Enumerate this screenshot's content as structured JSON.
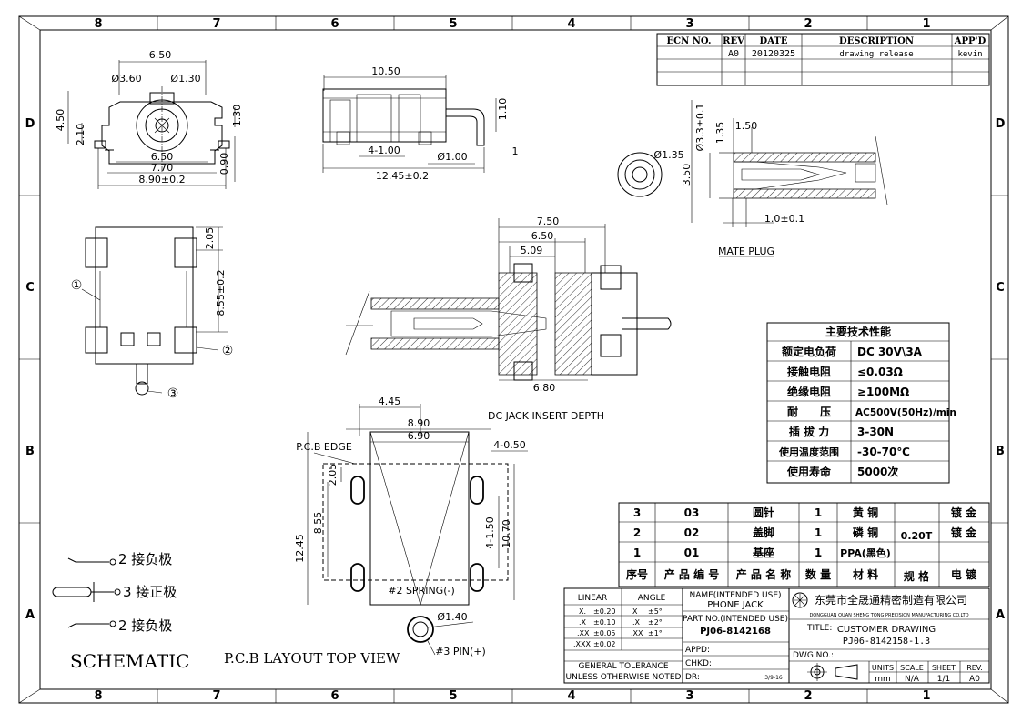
{
  "border": {
    "cols": [
      "8",
      "7",
      "6",
      "5",
      "4",
      "3",
      "2",
      "1"
    ],
    "rows": [
      "D",
      "C",
      "B",
      "A"
    ]
  },
  "revision": {
    "headers": [
      "ECN NO.",
      "REV",
      "DATE",
      "DESCRIPTION",
      "APP'D"
    ],
    "row": {
      "ecn": "",
      "rev": "A0",
      "date": "20120325",
      "desc": "drawing release",
      "appd": "kevin"
    }
  },
  "views": {
    "top_left": {
      "d1": "6.50",
      "d2": "Ø3.60",
      "d3": "Ø1.30",
      "d4": "4.50",
      "d5": "2.10",
      "d6": "1.30",
      "d7": "6.50",
      "d8": "7.70",
      "d9": "0.90",
      "d10": "8.90±0.2"
    },
    "side_top": {
      "d1": "10.50",
      "d2": "1.10",
      "d3": "4-1.00",
      "d4": "Ø1.00",
      "d5": "12.45±0.2",
      "d6": "1"
    },
    "plug": {
      "d1": "Ø3.3±0.1",
      "d2": "1.35",
      "d3": "1.50",
      "d4": "Ø1.35",
      "d5": "3.50",
      "d6": "1.0±0.1",
      "label": "MATE PLUG"
    },
    "bottom_left": {
      "d1": "2.05",
      "d2": "8.55±0.2",
      "c1": "①",
      "c2": "②",
      "c3": "③"
    },
    "insert": {
      "d1": "7.50",
      "d2": "6.50",
      "d3": "5.09",
      "d4": "6.80",
      "label": "DC JACK INSERT DEPTH"
    },
    "pcb": {
      "d1": "4.45",
      "d2": "8.90",
      "d3": "6.90",
      "d4": "4-0.50",
      "d5": "2.05",
      "d6": "8.55",
      "d7": "12.45",
      "d8": "4-1.50",
      "d9": "10.70",
      "d10": "Ø1.40",
      "edge": "P.C.B EDGE",
      "spring": "#2 SPRING(-)",
      "pin": "#3 PIN(+)"
    }
  },
  "specs": {
    "title": "主要技术性能",
    "rows": [
      [
        "额定电负荷",
        "DC 30V\\3A"
      ],
      [
        "接触电阻",
        "≤0.03Ω"
      ],
      [
        "绝缘电阻",
        "≥100MΩ"
      ],
      [
        "耐　　压",
        "AC500V(50Hz)/min"
      ],
      [
        "插 拔 力",
        "3-30N"
      ],
      [
        "使用温度范围",
        "-30-70℃"
      ],
      [
        "使用寿命",
        "5000次"
      ]
    ]
  },
  "bom": {
    "rows": [
      [
        "3",
        "03",
        "圆针",
        "1",
        "黄 铜",
        "",
        "镀 金"
      ],
      [
        "2",
        "02",
        "盖脚",
        "1",
        "磷 铜",
        "0.20T",
        "镀 金"
      ],
      [
        "1",
        "01",
        "基座",
        "1",
        "PPA(黑色)",
        "",
        ""
      ]
    ],
    "header": [
      "序号",
      "产 品 编 号",
      "产 品 名 称",
      "数 量",
      "材 料",
      "规 格",
      "电 镀"
    ]
  },
  "schematic": {
    "l1": "2  接负极",
    "l2": "3  接正极",
    "l3": "2  接负极",
    "title": "SCHEMATIC",
    "pcb_title": "P.C.B LAYOUT TOP VIEW"
  },
  "titleblock": {
    "linear": "LINEAR",
    "angle": "ANGLE",
    "tol": [
      [
        "X.",
        "±0.20",
        "X",
        "±5°"
      ],
      [
        ".X",
        "±0.10",
        ".X",
        "±2°"
      ],
      [
        ".XX",
        "±0.05",
        ".XX",
        "±1°"
      ],
      [
        ".XXX",
        "±0.02",
        "",
        ""
      ]
    ],
    "general": "GENERAL TOLERANCE",
    "unless": "UNLESS OTHERWISE NOTED",
    "name_label": "NAME(INTENDED USE)",
    "name": "PHONE JACK",
    "partno_label": "PART NO.(INTENDED USE)",
    "partno": "PJ06-8142168",
    "appd": "APPD:",
    "chkd": "CHKD:",
    "dr": "DR:",
    "dr_date": "3/9-16",
    "company_cn": "东莞市全晟通精密制造有限公司",
    "company_en": "DONGGUAN QUAN SHENG TONG PRECISION MANUFACTURING CO.LTD",
    "title_label": "TITLE:",
    "title1": "CUSTOMER DRAWING",
    "title2": "PJ06-8142158-1.3",
    "dwg_label": "DWG NO.:",
    "units_label": "UNITS",
    "units": "mm",
    "scale_label": "SCALE",
    "scale": "N/A",
    "sheet_label": "SHEET",
    "sheet": "1/1",
    "rev_label": "REV.",
    "rev": "A0"
  }
}
